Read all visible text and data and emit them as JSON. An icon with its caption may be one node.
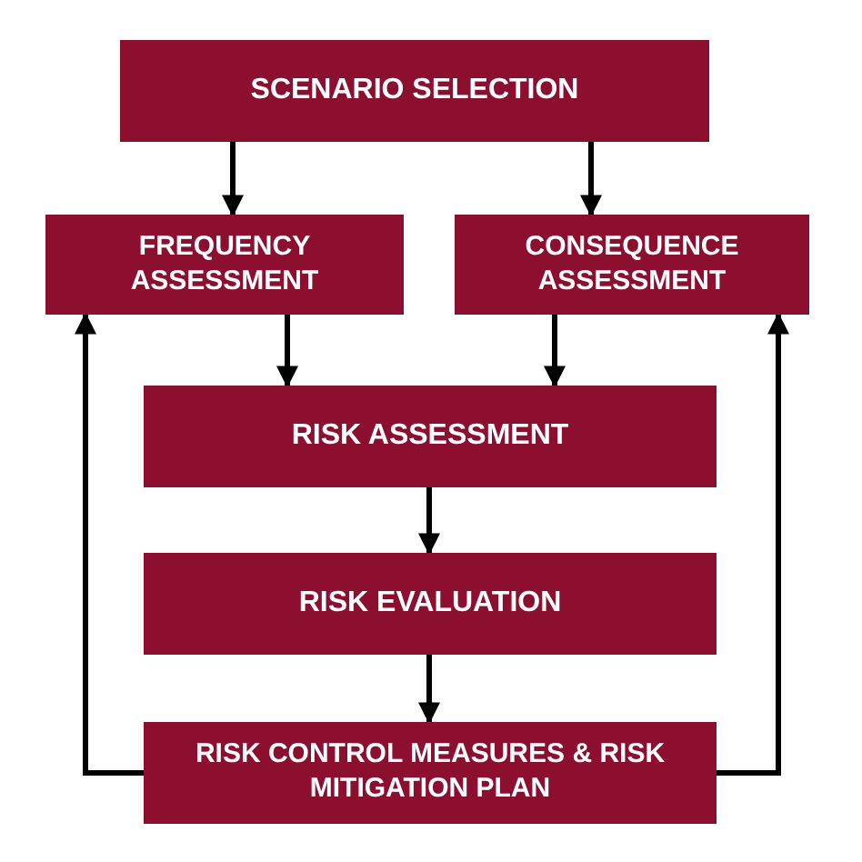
{
  "diagram": {
    "nodes": [
      {
        "text": [
          "SCENARIO SELECTION"
        ]
      },
      {
        "text": [
          "FREQUENCY ASSESSMENT"
        ]
      },
      {
        "text": [
          "CONSEQUENCE ASSESSMENT"
        ]
      },
      {
        "text": [
          "RISK ASSESSMENT"
        ]
      },
      {
        "text": [
          "RISK EVALUATION"
        ]
      },
      {
        "text": [
          "RISK CONTROL MEASURES & RISK MITIGATION PLAN"
        ]
      }
    ],
    "edges": [
      {
        "from": 0,
        "to": 1,
        "arrow": "to"
      },
      {
        "from": 0,
        "to": 2,
        "arrow": "to"
      },
      {
        "from": 1,
        "to": 3,
        "arrow": "to"
      },
      {
        "from": 2,
        "to": 3,
        "arrow": "to"
      },
      {
        "from": 3,
        "to": 4,
        "arrow": "to"
      },
      {
        "from": 4,
        "to": 5,
        "arrow": "to"
      },
      {
        "from": 5,
        "to": 1,
        "arrow": "to"
      },
      {
        "from": 5,
        "to": 2,
        "arrow": "to"
      }
    ]
  }
}
